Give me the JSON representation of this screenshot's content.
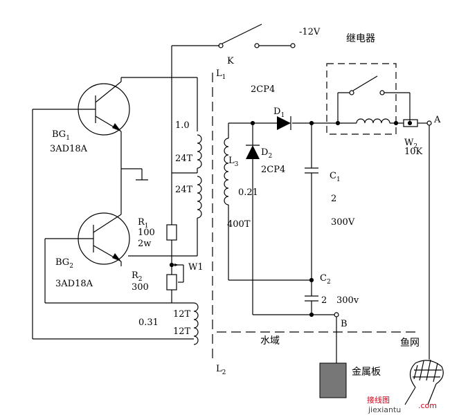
{
  "supply": "-12V",
  "switch": "K",
  "relay": "继电器",
  "l1": {
    "letter": "L",
    "sub": "1"
  },
  "l2": {
    "letter": "L",
    "sub": "2"
  },
  "l3": {
    "letter": "L",
    "sub": "3"
  },
  "l3_wire": "0.21",
  "l3_turns": "400T",
  "wire_primary": "1.0",
  "t1": "24T",
  "t2": "24T",
  "t3": "12T",
  "t4": "12T",
  "wire_feedback": "0.31",
  "bg1": {
    "letter": "BG",
    "sub": "1",
    "model": "3AD18A"
  },
  "bg2": {
    "letter": "BG",
    "sub": "2",
    "model": "3AD18A"
  },
  "r1": {
    "letter": "R",
    "sub": "1",
    "value": "100",
    "power": "2w"
  },
  "r2": {
    "letter": "R",
    "sub": "2",
    "value": "300"
  },
  "w1": "W1",
  "w2": {
    "letter": "W",
    "sub": "2",
    "value": "10K"
  },
  "diode_type_top": "2CP4",
  "d1": {
    "letter": "D",
    "sub": "1"
  },
  "d2": {
    "letter": "D",
    "sub": "2",
    "type": "2CP4"
  },
  "c1": {
    "letter": "C",
    "sub": "1",
    "value": "2",
    "voltage": "300V"
  },
  "c2": {
    "letter": "C",
    "sub": "2",
    "value": "2",
    "voltage": "300v"
  },
  "node_a": "A",
  "node_b": "B",
  "water": "水域",
  "fish_net": "鱼网",
  "metal_plate": "金属板",
  "watermark": {
    "cn": "接线图",
    "en": "jiexiantu",
    "dom": ".com",
    "color": "#d0021b"
  }
}
